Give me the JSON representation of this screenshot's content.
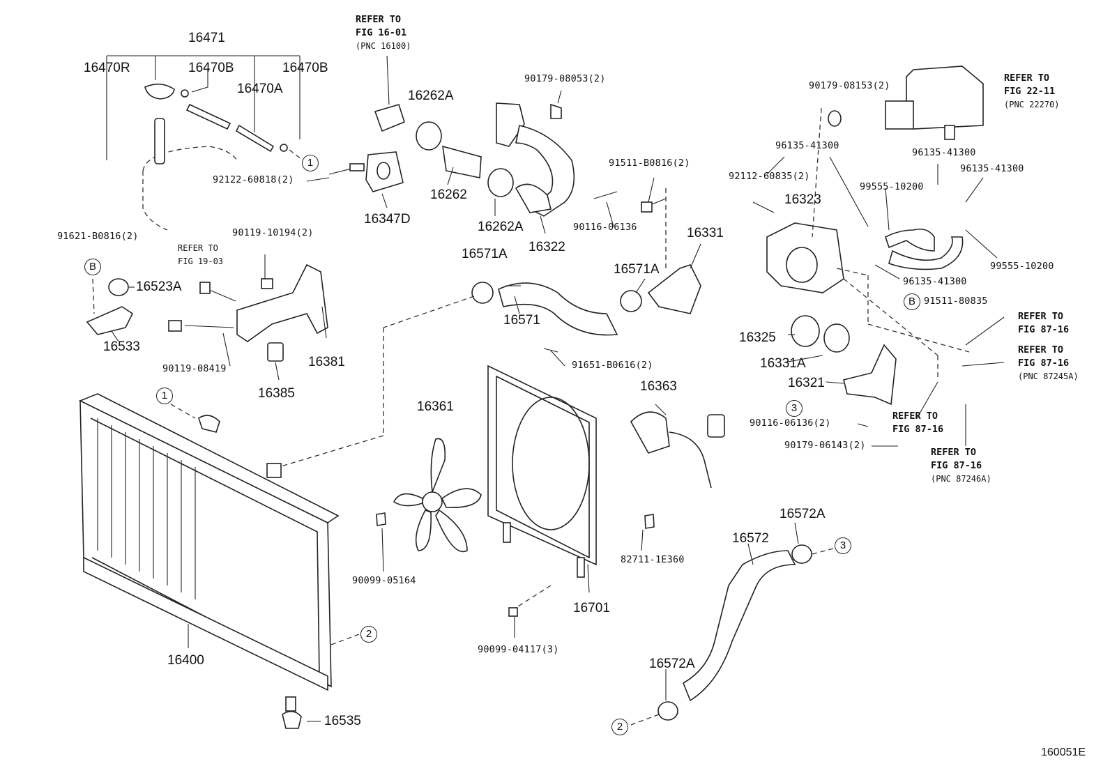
{
  "diagram_code": "160051E",
  "circle_markers": {
    "one": "1",
    "two": "2",
    "three": "3",
    "b": "B"
  },
  "labels": {
    "p16471": "16471",
    "p16470R": "16470R",
    "p16470B_1": "16470B",
    "p16470B_2": "16470B",
    "p16470A": "16470A",
    "p92122": "92122-60818(2)",
    "p16262A_1": "16262A",
    "p16262": "16262",
    "p16262A_2": "16262A",
    "p16347D": "16347D",
    "p90179_08053": "90179-08053(2)",
    "p16322": "16322",
    "p91511_B0816": "91511-B0816(2)",
    "p90116_06136_1": "90116-06136",
    "p16331": "16331",
    "p90179_08153": "90179-08153(2)",
    "p96135_1": "96135-41300",
    "p96135_2": "96135-41300",
    "p96135_3": "96135-41300",
    "p96135_4": "96135-41300",
    "p92112": "92112-60835(2)",
    "p16323": "16323",
    "p99555_1": "99555-10200",
    "p99555_2": "99555-10200",
    "p91511_80835": "91511-80835",
    "p91621": "91621-B0816(2)",
    "p90119_10194": "90119-10194(2)",
    "p16523A": "16523A",
    "p16533": "16533",
    "p90119_08419": "90119-08419",
    "p16381": "16381",
    "p16385": "16385",
    "p16571A_1": "16571A",
    "p16571A_2": "16571A",
    "p16571": "16571",
    "p91651": "91651-B0616(2)",
    "p16363": "16363",
    "p16361": "16361",
    "p16325": "16325",
    "p16331A": "16331A",
    "p16321": "16321",
    "p90116_06136_2": "90116-06136(2)",
    "p90179_06143": "90179-06143(2)",
    "p90099_05164": "90099-05164",
    "p82711": "82711-1E360",
    "p16701": "16701",
    "p90099_04117": "90099-04117(3)",
    "p16400": "16400",
    "p16535": "16535",
    "p16572": "16572",
    "p16572A_1": "16572A",
    "p16572A_2": "16572A"
  },
  "refer": {
    "r1": {
      "line1": "REFER TO",
      "line2": "FIG 16-01",
      "line3": "(PNC 16100)"
    },
    "r2": {
      "line1": "REFER TO",
      "line2": "FIG 19-03"
    },
    "r3": {
      "line1": "REFER TO",
      "line2": "FIG 22-11",
      "line3": "(PNC 22270)"
    },
    "r4": {
      "line1": "REFER TO",
      "line2": "FIG 87-16"
    },
    "r5": {
      "line1": "REFER TO",
      "line2": "FIG 87-16",
      "line3": "(PNC 87245A)"
    },
    "r6": {
      "line1": "REFER TO",
      "line2": "FIG 87-16"
    },
    "r7": {
      "line1": "REFER TO",
      "line2": "FIG 87-16",
      "line3": "(PNC 87246A)"
    }
  }
}
